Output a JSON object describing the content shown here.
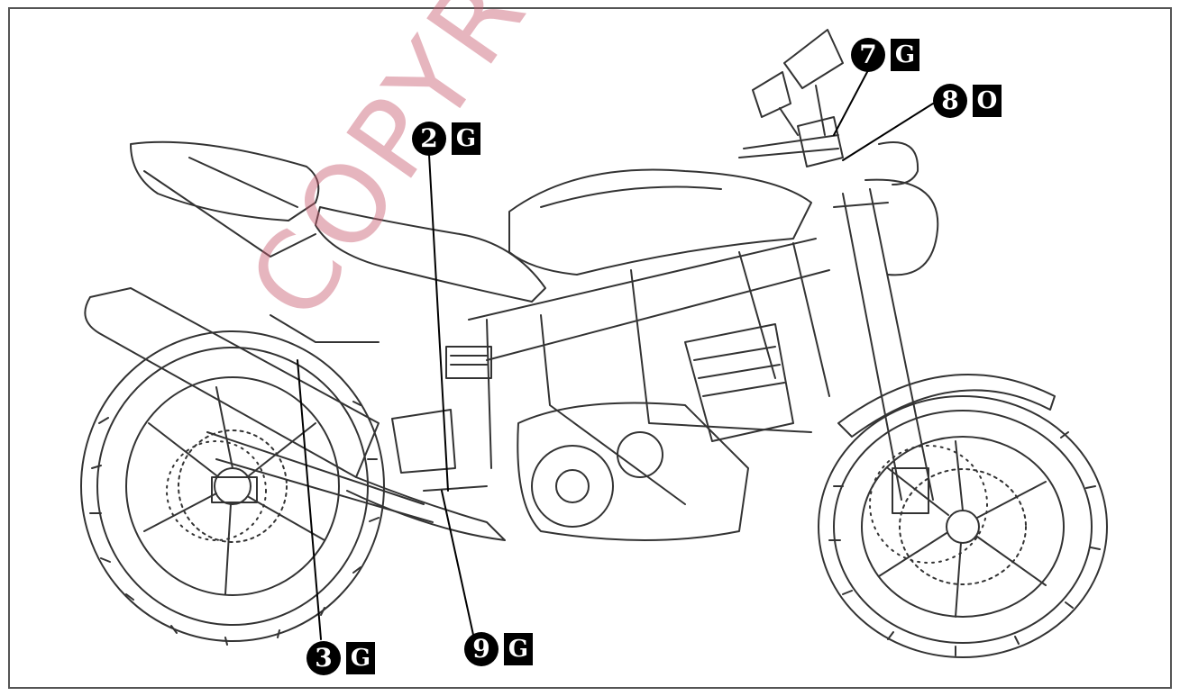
{
  "watermark": {
    "text": "COPYRIGHT"
  },
  "callouts": [
    {
      "id": "c2",
      "number": "2",
      "code": "G"
    },
    {
      "id": "c3",
      "number": "3",
      "code": "G"
    },
    {
      "id": "c7",
      "number": "7",
      "code": "G"
    },
    {
      "id": "c8",
      "number": "8",
      "code": "O"
    },
    {
      "id": "c9",
      "number": "9",
      "code": "G"
    }
  ],
  "colors": {
    "line": "#333333",
    "badge": "#000000",
    "watermark": "#c85a6e"
  }
}
